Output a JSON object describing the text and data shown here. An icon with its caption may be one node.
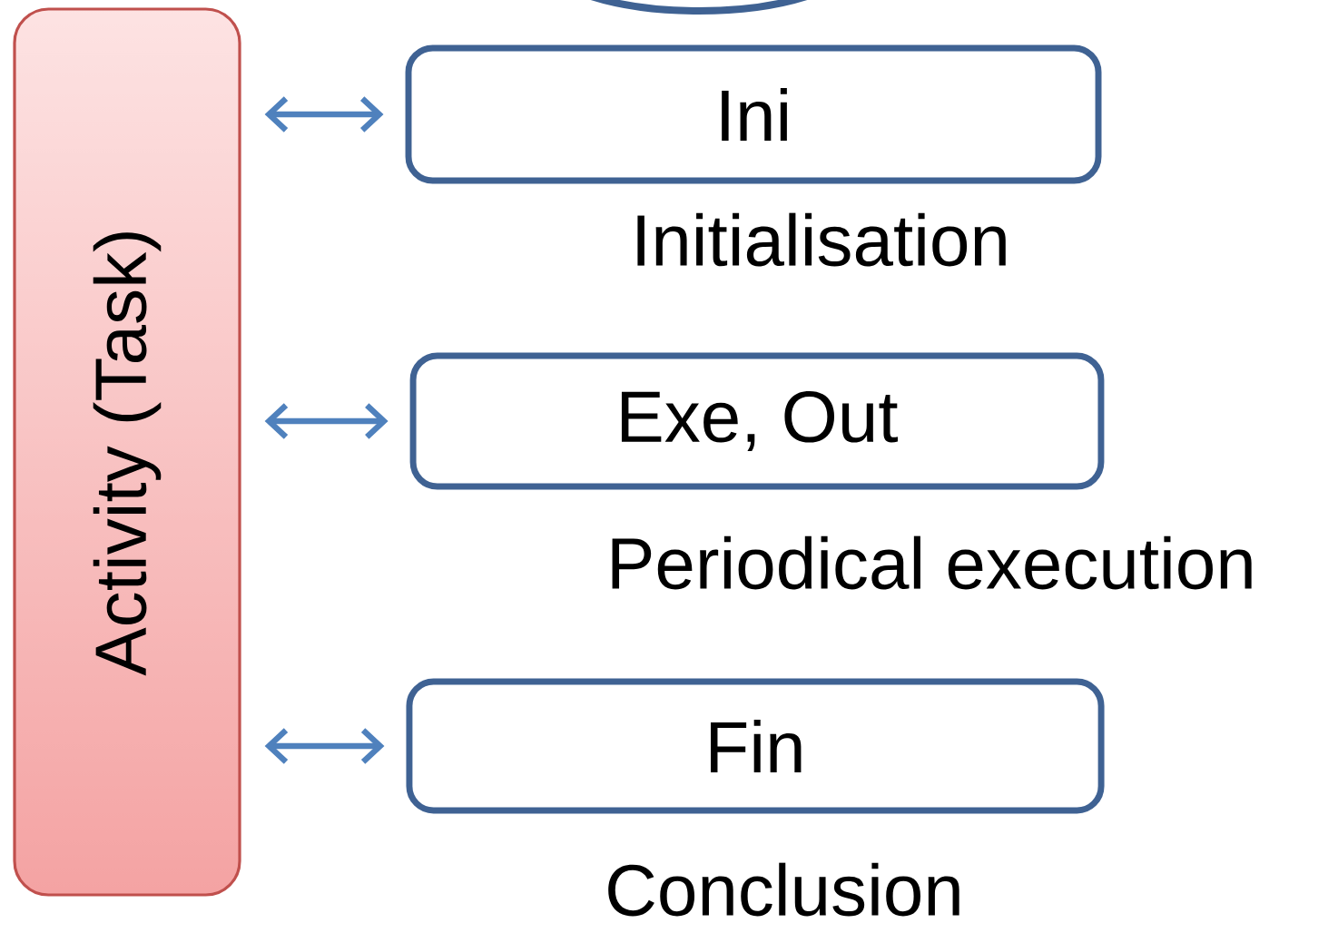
{
  "diagram": {
    "nodes": [
      {
        "text": [
          "Activity (Task)"
        ]
      },
      {
        "text": [
          "Ini"
        ],
        "beside": [
          "Initialisation"
        ]
      },
      {
        "text": [
          "Exe, Out"
        ],
        "beside": [
          "Periodical execution"
        ]
      },
      {
        "text": [
          "Fin"
        ],
        "beside": [
          "Conclusion"
        ]
      }
    ],
    "edges": [
      {
        "from": 0,
        "to": 1,
        "arrow": "both"
      },
      {
        "from": 0,
        "to": 2,
        "arrow": "both"
      },
      {
        "from": 0,
        "to": 3,
        "arrow": "both"
      }
    ]
  }
}
